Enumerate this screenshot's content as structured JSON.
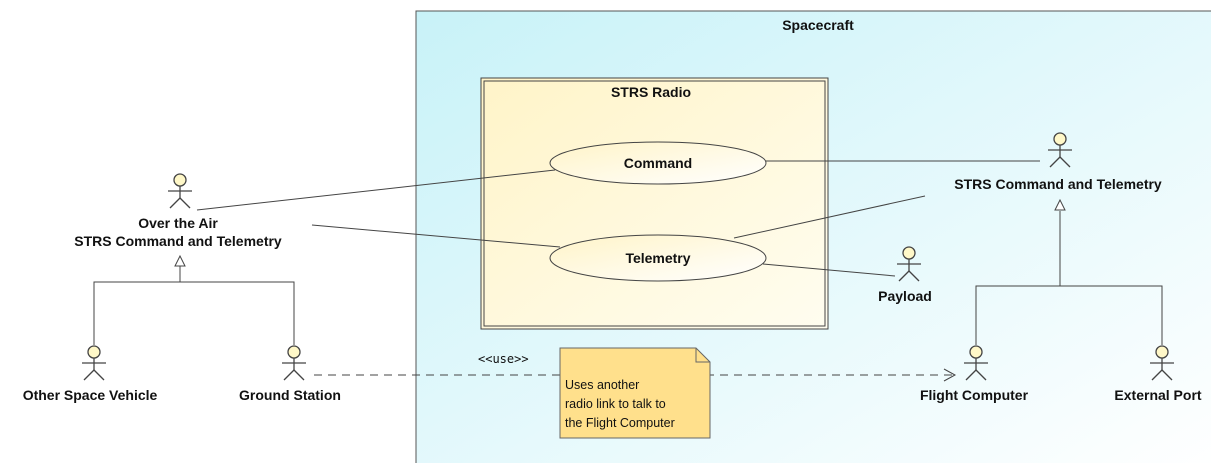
{
  "diagram": {
    "system_boundary": {
      "title": "Spacecraft"
    },
    "subsystem": {
      "title": "STRS Radio"
    },
    "use_cases": {
      "command": "Command",
      "telemetry": "Telemetry"
    },
    "actors": {
      "over_the_air": {
        "line1": "Over the Air",
        "line2": "STRS Command and Telemetry"
      },
      "other_space_vehicle": "Other Space Vehicle",
      "ground_station": "Ground Station",
      "strs_cmd_tlm": "STRS Command and Telemetry",
      "payload": "Payload",
      "flight_computer": "Flight Computer",
      "external_port": "External Port"
    },
    "dependency": {
      "stereotype": "<<use>>"
    },
    "note": {
      "line1": "Uses another",
      "line2": "radio link to talk to",
      "line3": "the Flight Computer"
    },
    "colors": {
      "boundary_fill_top": "#c8f2f8",
      "boundary_fill_bottom": "#ffffff",
      "radio_fill_top": "#fff4c8",
      "radio_fill_bottom": "#fffdf0",
      "use_case_fill": "#fff8d8",
      "note_fill": "#ffe08c",
      "stroke": "#333333"
    }
  }
}
